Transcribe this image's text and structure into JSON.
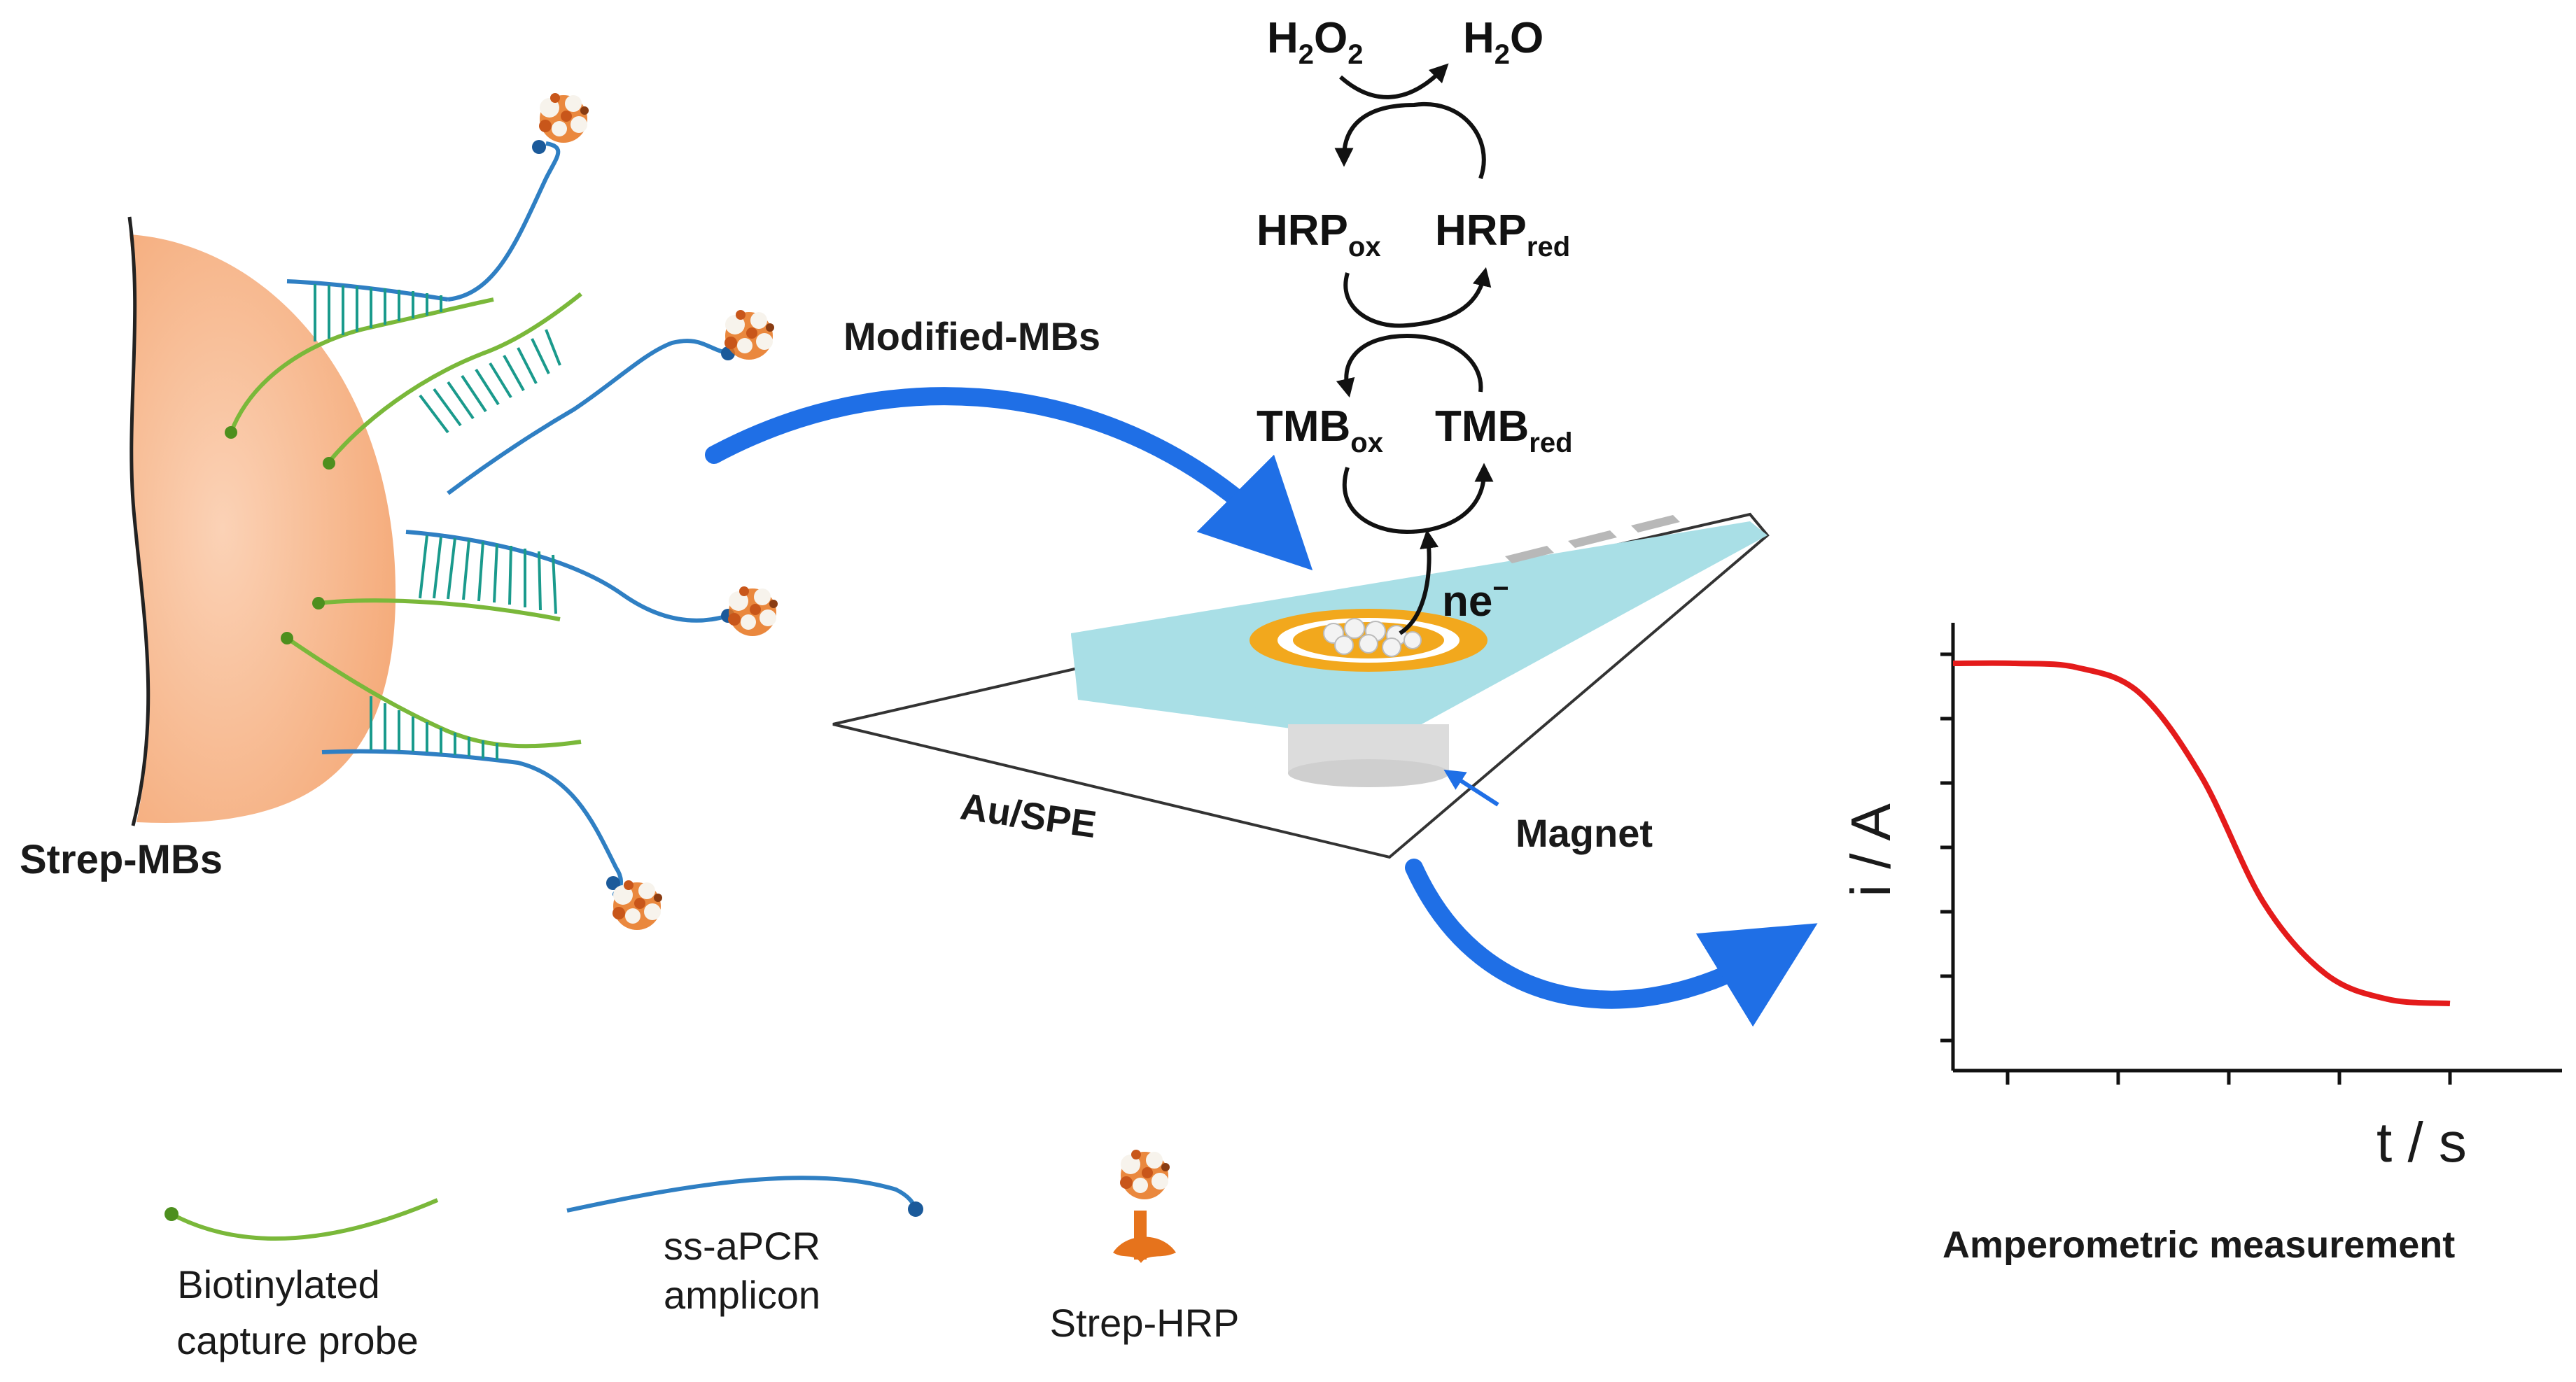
{
  "labels": {
    "strep_mbs": "Strep-MBs",
    "modified_mbs": "Modified-MBs",
    "au_spe": "Au/SPE",
    "magnet": "Magnet",
    "ne": "ne",
    "ne_sup": "−",
    "amperometric": "Amperometric measurement"
  },
  "cycle": {
    "h2o2_main": "H",
    "h2o2_sub1": "2",
    "h2o2_mid": "O",
    "h2o2_sub2": "2",
    "h2o_main": "H",
    "h2o_sub": "2",
    "h2o_end": "O",
    "hrp_ox": "HRP",
    "hrp_ox_sub": "ox",
    "hrp_red": "HRP",
    "hrp_red_sub": "red",
    "tmb_ox": "TMB",
    "tmb_ox_sub": "ox",
    "tmb_red": "TMB",
    "tmb_red_sub": "red"
  },
  "legend": {
    "capture_probe_line1": "Biotinylated",
    "capture_probe_line2": "capture probe",
    "amplicon_line1": "ss-aPCR",
    "amplicon_line2": "amplicon",
    "strep_hrp": "Strep-HRP"
  },
  "chart_data": {
    "type": "line",
    "title": "",
    "xlabel": "t / s",
    "ylabel": "i / A",
    "series": [
      {
        "shape": "sigmoidal decrease",
        "values_normalized": [
          0.92,
          0.92,
          0.91,
          0.85,
          0.65,
          0.35,
          0.18,
          0.12,
          0.11
        ]
      }
    ]
  },
  "colors": {
    "bead": "#f6b48a",
    "capture_probe": "#7ab83a",
    "amplicon": "#2f7fc3",
    "hybrid_rungs": "#1a9a8c",
    "hrp": "#e6731c",
    "arrow": "#1f6fe6",
    "electrode_solution": "#a9dfe6",
    "gold_electrode": "#f2a81d",
    "curve": "#e41b1b"
  }
}
